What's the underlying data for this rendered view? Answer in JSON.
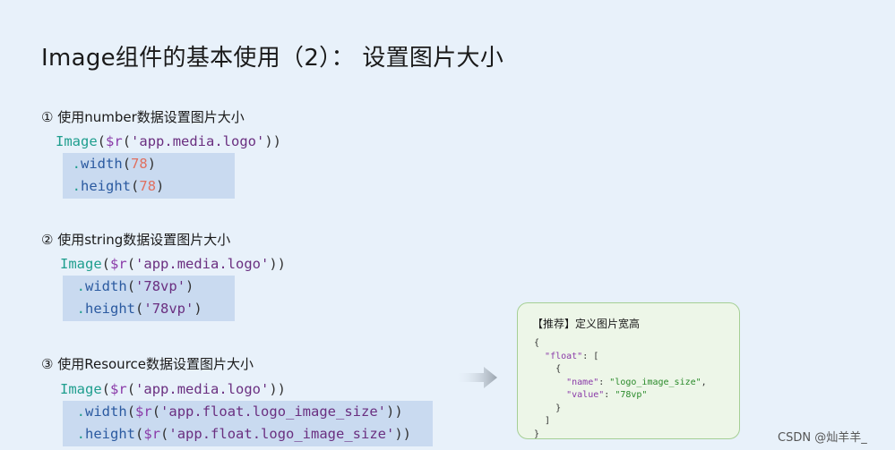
{
  "title": "Image组件的基本使用（2）： 设置图片大小",
  "sections": [
    {
      "heading": "① 使用number数据设置图片大小",
      "line1": {
        "fn": "Image",
        "sr": "$r",
        "arg": "'app.media.logo'"
      },
      "line2": {
        "dot": ".",
        "method": "width",
        "open": "(",
        "val": "78",
        "close": ")"
      },
      "line3": {
        "dot": ".",
        "method": "height",
        "open": "(",
        "val": "78",
        "close": ")"
      }
    },
    {
      "heading": "② 使用string数据设置图片大小",
      "line1": {
        "fn": "Image",
        "sr": "$r",
        "arg": "'app.media.logo'"
      },
      "line2": {
        "dot": ".",
        "method": "width",
        "open": "(",
        "val": "'78vp'",
        "close": ")"
      },
      "line3": {
        "dot": ".",
        "method": "height",
        "open": "(",
        "val": "'78vp'",
        "close": ")"
      }
    },
    {
      "heading": "③ 使用Resource数据设置图片大小",
      "line1": {
        "fn": "Image",
        "sr": "$r",
        "arg": "'app.media.logo'"
      },
      "line2": {
        "dot": ".",
        "method": "width",
        "sr": "$r",
        "arg": "'app.float.logo_image_size'"
      },
      "line3": {
        "dot": ".",
        "method": "height",
        "sr": "$r",
        "arg": "'app.float.logo_image_size'"
      }
    }
  ],
  "card": {
    "title": "【推荐】定义图片宽高",
    "open_brace": "{",
    "float_key": "\"float\"",
    "colon_bracket": ": [",
    "inner_open": "{",
    "name_key": "\"name\"",
    "name_val": "\"logo_image_size\"",
    "value_key": "\"value\"",
    "value_val": "\"78vp\"",
    "inner_close": "}",
    "bracket_close": "]",
    "close_brace": "}"
  },
  "watermark": "CSDN @灿羊羊_",
  "colors": {
    "background": "#e8f1fa",
    "highlight": "#c9daf0",
    "card_bg": "#edf6e8",
    "card_border": "#a5cf95"
  }
}
